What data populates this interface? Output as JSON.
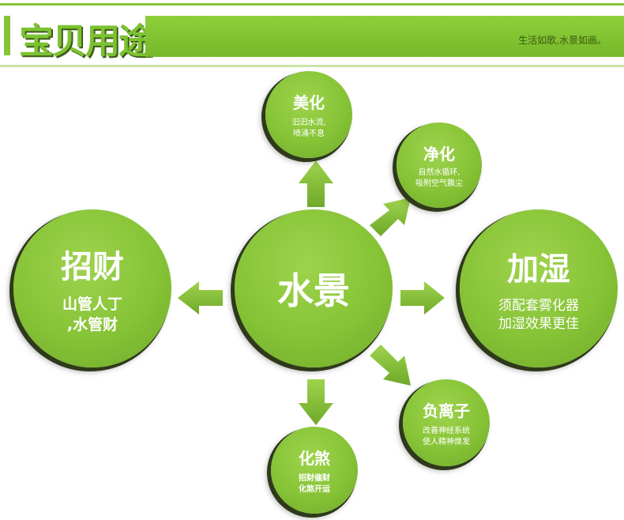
{
  "header": {
    "title": "宝贝用途",
    "slogan": "生活如歌,水景如画。"
  },
  "center": {
    "title": "水景"
  },
  "nodes": {
    "zhaocai": {
      "title": "招财",
      "line1": "山管人丁",
      "line2": ",水管财"
    },
    "jiashi": {
      "title": "加湿",
      "line1": "须配套雾化器",
      "line2": "加湿效果更佳"
    },
    "meihua": {
      "title": "美化",
      "line1": "汩汩水流,",
      "line2": "喷涌不息"
    },
    "jinghua": {
      "title": "净化",
      "line1": "自然水循环,",
      "line2": "吸附空气飘尘"
    },
    "fulizi": {
      "title": "负离子",
      "line1": "改善神经系统",
      "line2": "使人精神焕发"
    },
    "huasha": {
      "title": "化煞",
      "line1": "招财催财",
      "line2": "化煞开运"
    }
  },
  "colors": {
    "green": "#86c336",
    "dark": "#2e3a1a"
  }
}
